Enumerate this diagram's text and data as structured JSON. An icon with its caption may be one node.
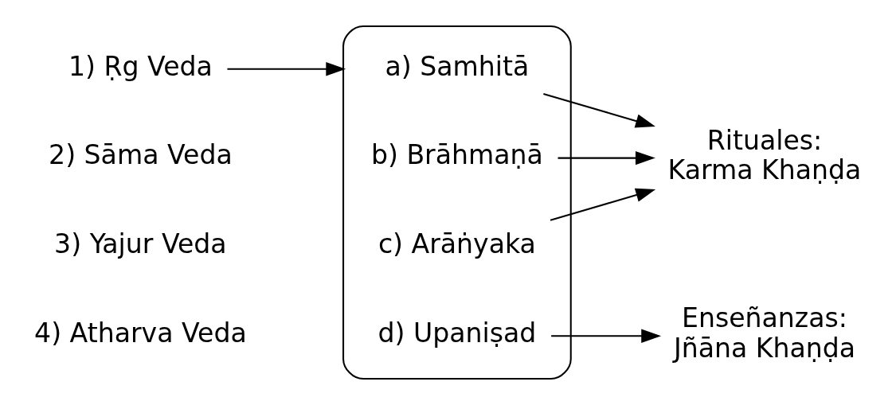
{
  "diagram": {
    "nodes": [
      {
        "text": [
          "1) Ṛg Veda"
        ]
      },
      {
        "text": [],
        "shape": "bracket"
      },
      {
        "text": [
          "a) Samhitā"
        ],
        "in": 1
      },
      {
        "text": [
          "b) Brāhmaṇā"
        ],
        "in": 1
      },
      {
        "text": [
          "c) Arāṅyaka"
        ],
        "in": 1
      },
      {
        "text": [
          "d) Upaniṣad"
        ],
        "in": 1
      },
      {
        "text": [
          "Rituales:",
          "Karma Khaṇḍa"
        ]
      },
      {
        "text": [
          "Enseñanzas:",
          "Jñāna Khaṇḍa"
        ]
      },
      {
        "text": [
          "2) Sāma Veda"
        ]
      },
      {
        "text": [
          "3) Yajur Veda"
        ]
      },
      {
        "text": [
          "4) Atharva Veda"
        ]
      }
    ],
    "edges": [
      {
        "from": 0,
        "to": 1,
        "arrow": "to"
      },
      {
        "from": 2,
        "to": 6,
        "arrow": "to"
      },
      {
        "from": 3,
        "to": 6,
        "arrow": "to"
      },
      {
        "from": 4,
        "to": 6,
        "arrow": "to"
      },
      {
        "from": 5,
        "to": 7,
        "arrow": "to"
      }
    ]
  }
}
